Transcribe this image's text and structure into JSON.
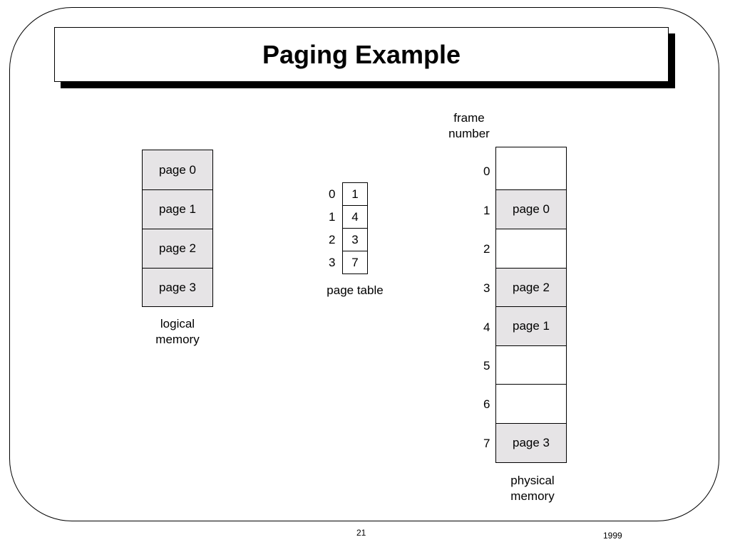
{
  "title": "Paging Example",
  "logical_memory": {
    "pages": [
      "page 0",
      "page 1",
      "page 2",
      "page 3"
    ],
    "caption_line1": "logical",
    "caption_line2": "memory"
  },
  "page_table": {
    "indices": [
      "0",
      "1",
      "2",
      "3"
    ],
    "frames": [
      "1",
      "4",
      "3",
      "7"
    ],
    "caption": "page table"
  },
  "physical_memory": {
    "header_line1": "frame",
    "header_line2": "number",
    "frame_numbers": [
      "0",
      "1",
      "2",
      "3",
      "4",
      "5",
      "6",
      "7"
    ],
    "frames": [
      "",
      "page 0",
      "",
      "page 2",
      "page 1",
      "",
      "",
      "page 3"
    ],
    "caption_line1": "physical",
    "caption_line2": "memory"
  },
  "footer": {
    "page_number": "21",
    "year": "1999"
  }
}
